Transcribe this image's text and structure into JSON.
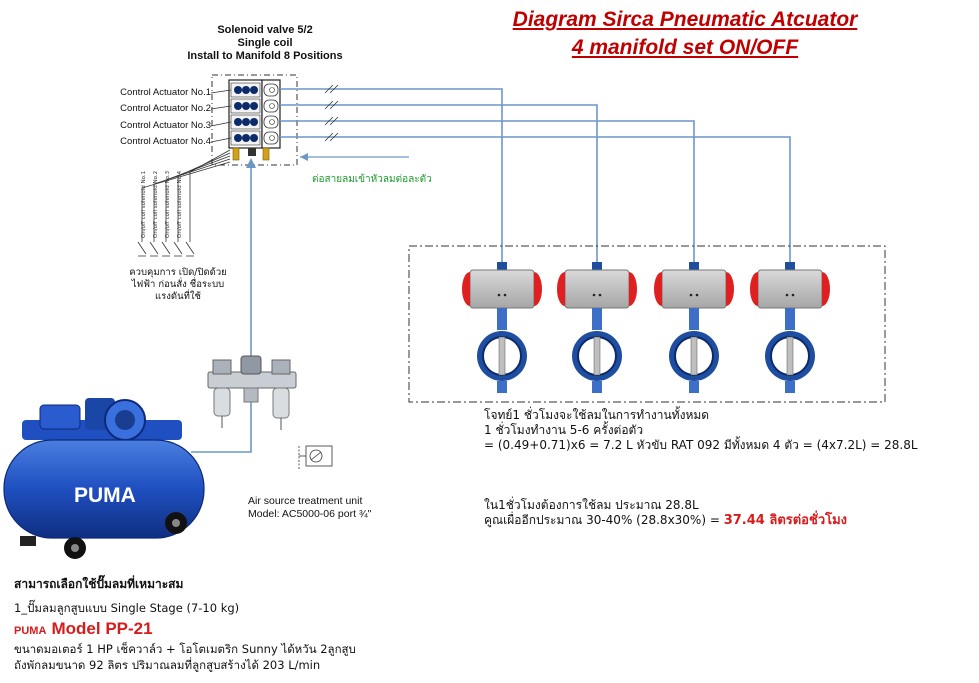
{
  "title": {
    "line1": "Diagram Sirca Pneumatic Atcuator",
    "line2": "4 manifold set ON/OFF"
  },
  "solenoid": {
    "line1": "Solenoid valve 5/2",
    "line2": "Single coil",
    "line3": "Install to Manifold 8 Positions"
  },
  "controls": [
    "Control Actuator No.1",
    "Control Actuator No.2",
    "Control Actuator No.3",
    "Control Actuator No.4"
  ],
  "wire_labels": [
    "On/off coil solenoid No.1",
    "On/off coil solenoid No.2",
    "On/off coil solenoid No.3",
    "On/off coil solenoid No.4"
  ],
  "hose_note": "ต่อสายลมเข้าหัวลมต่อละตัว",
  "switch_note": {
    "line1": "ควบคุมการ เปิด/ปิดด้วย",
    "line2": "ไฟฟ้า ก่อนสั่ง ชื่อระบบ",
    "line3": "แรงดันที่ใช้"
  },
  "air_unit": {
    "line1": "Air source treatment unit",
    "line2": "Model: AC5000-06 port ¾\""
  },
  "calc": {
    "line1": "โจทย์1 ชั่วโมงจะใช้ลมในการทำงานทั้งหมด",
    "line2": "1 ชั่วโมงทำงาน 5-6 ครั้งต่อตัว",
    "line3": "= (0.49+0.71)x6 =  7.2 L หัวขับ RAT 092 มีทั้งหมด 4 ตัว = (4x7.2L) = 28.8L",
    "line4": "ใน1ชั่วโมงต้องการใช้ลม ประมาณ 28.8L",
    "line5": "คูณเผื่ออีกประมาณ 30-40% (28.8x30%) = ",
    "result": "37.44 ลิตรต่อชั่วโมง"
  },
  "compressor": {
    "brand": "PUMA",
    "heading": "สามารถเลือกใช้ปั๊มลมที่เหมาะสม",
    "line1": "1_ปั๊มลมลูกสูบแบบ Single Stage (7-10 kg)",
    "brand_small": "PUMA",
    "model": "Model PP-21",
    "line2": "ขนาดมอเตอร์ 1 HP เช็ควาล์ว + โอโตเมตริก Sunny ได้หวัน 2ลูกสูบ",
    "line3": "ถังพักลมขนาด 92 ลิตร ปริมาณลมที่ลูกสูบสร้างได้ 203 L/min"
  },
  "colors": {
    "title": "#c00000",
    "hose": "#6d97c6",
    "actuator_cap": "#e02020",
    "valve_body": "#1f4ea0",
    "result": "#d81b1b",
    "note": "#1a9a2a"
  }
}
